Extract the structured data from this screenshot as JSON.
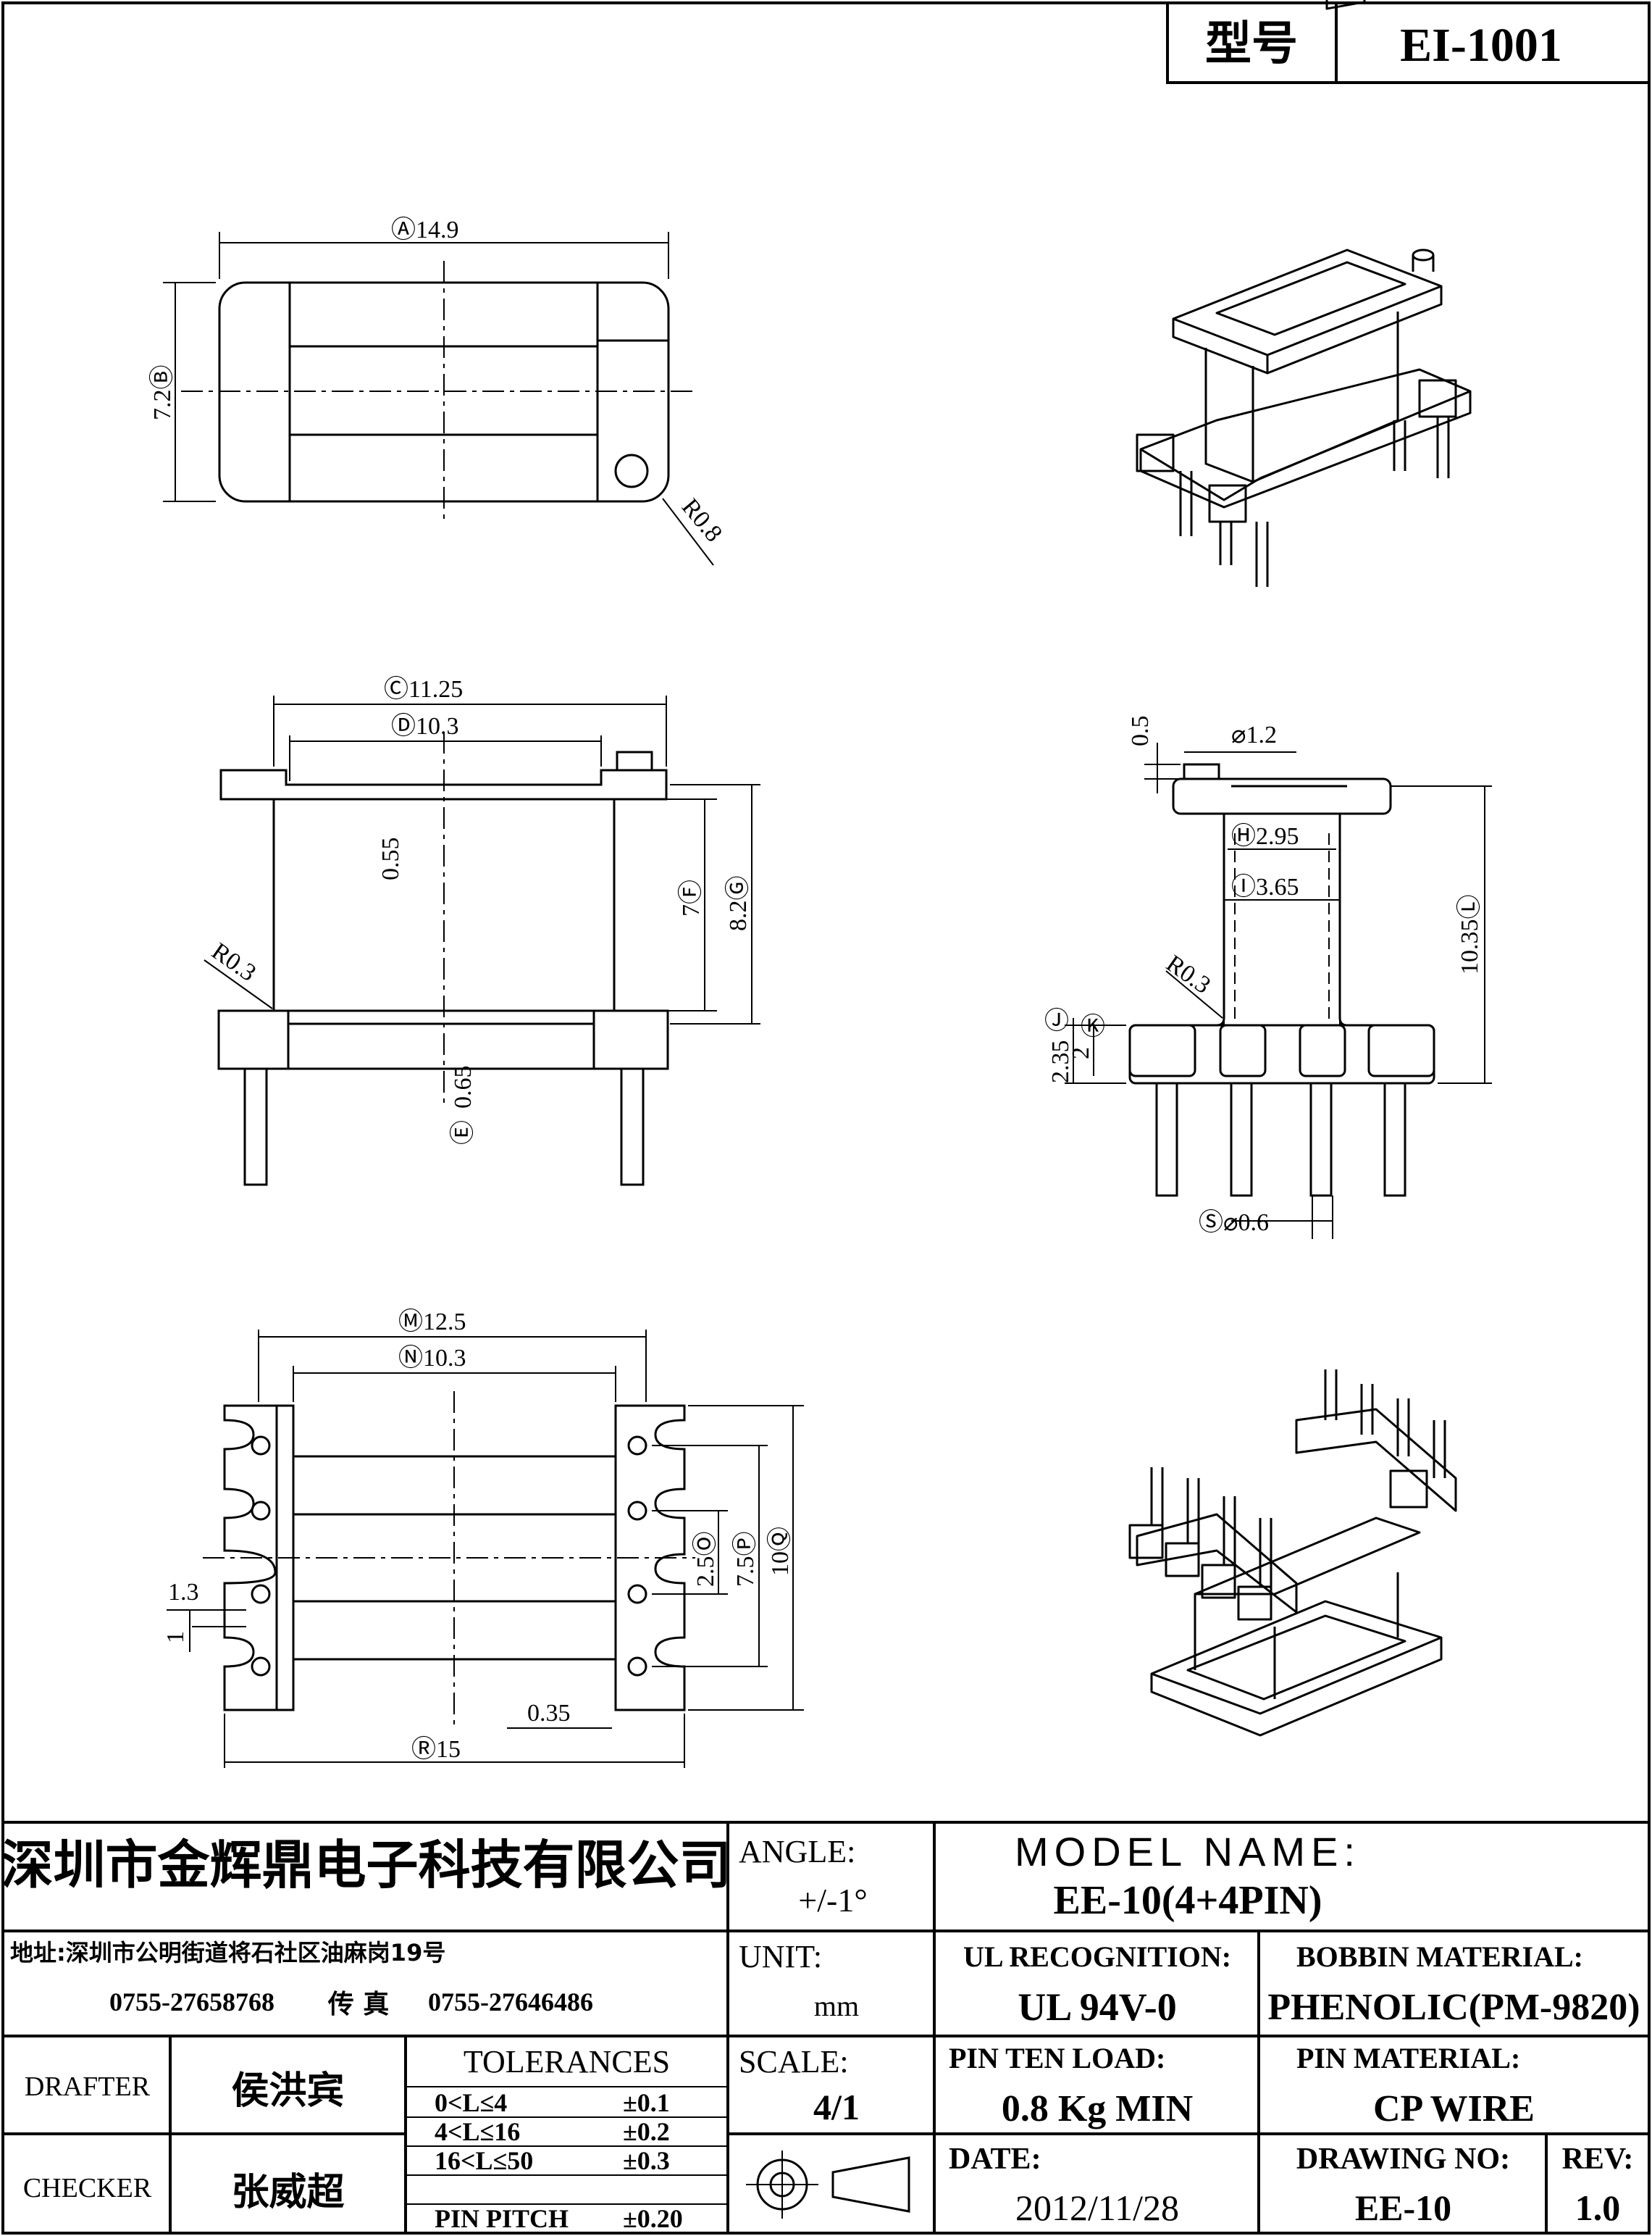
{
  "header": {
    "model_label": "型号",
    "model_value": "EI-1001"
  },
  "drawing": {
    "top": {
      "length": "Ⓐ14.9",
      "width": "7.2Ⓑ",
      "radius": "R0.8"
    },
    "front": {
      "outer": "Ⓒ11.25",
      "inner": "Ⓓ10.3",
      "flange": "0.55",
      "height_inner": "7Ⓕ",
      "height_outer": "8.2Ⓖ",
      "radius": "R0.3",
      "base": "0.65",
      "base_ref": "Ⓔ"
    },
    "side": {
      "peg_h": "0.5",
      "peg_d": "⌀1.2",
      "core_inner": "Ⓗ2.95",
      "core_outer": "Ⓘ3.65",
      "overall": "10.35Ⓛ",
      "radius": "R0.3",
      "j": "Ⓙ",
      "base_total": "2.35",
      "k": "Ⓚ",
      "base_h": "2",
      "pin_d": "Ⓢ⌀0.6"
    },
    "bottom": {
      "outer": "Ⓜ12.5",
      "inner": "Ⓝ10.3",
      "pitch_o": "2.5Ⓞ",
      "pitch_p": "7.5Ⓟ",
      "overall_q": "10Ⓠ",
      "slot_w": "1.3",
      "slot_d": "1",
      "gap": "0.35",
      "total": "Ⓡ15"
    }
  },
  "title_block": {
    "company": "深圳市金辉鼎电子科技有限公司",
    "address": "地址:深圳市公明街道将石社区油麻岗19号",
    "phone": "0755-27658768",
    "fax_label": "传 真",
    "fax": "0755-27646486",
    "angle_label": "ANGLE:",
    "angle_value": "+/-1°",
    "model_name_label": "MODEL NAME:",
    "model_name_value": "EE-10(4+4PIN)",
    "unit_label": "UNIT:",
    "unit_value": "mm",
    "ul_label": "UL RECOGNITION:",
    "ul_value": "UL 94V-0",
    "bobbin_label": "BOBBIN MATERIAL:",
    "bobbin_value": "PHENOLIC(PM-9820)",
    "drafter_label": "DRAFTER",
    "drafter_name": "侯洪宾",
    "checker_label": "CHECKER",
    "checker_name": "张威超",
    "tolerances_label": "TOLERANCES",
    "tolerances": [
      {
        "range": "0<L≤4",
        "value": "±0.1"
      },
      {
        "range": "4<L≤16",
        "value": "±0.2"
      },
      {
        "range": "16<L≤50",
        "value": "±0.3"
      },
      {
        "range": "PIN PITCH",
        "value": "±0.20"
      }
    ],
    "scale_label": "SCALE:",
    "scale_value": "4/1",
    "pin_load_label": "PIN TEN LOAD:",
    "pin_load_value": "0.8 Kg MIN",
    "pin_material_label": "PIN MATERIAL:",
    "pin_material_value": "CP WIRE",
    "date_label": "DATE:",
    "date_value": "2012/11/28",
    "drawing_no_label": "DRAWING NO:",
    "drawing_no_value": "EE-10",
    "rev_label": "REV:",
    "rev_value": "1.0"
  }
}
